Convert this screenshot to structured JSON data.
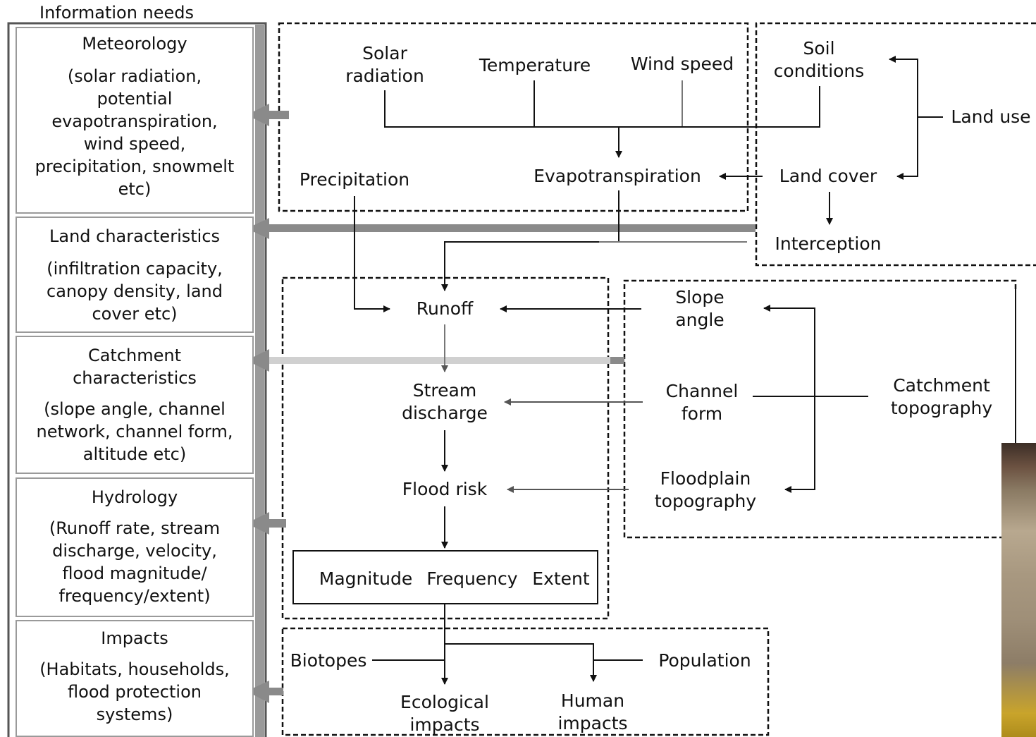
{
  "heading": "Information needs",
  "panels": [
    {
      "title": "Meteorology",
      "body": "(solar radiation,\npotential\nevapotranspiration,\nwind speed,\nprecipitation, snowmelt\netc)"
    },
    {
      "title": "Land characteristics",
      "body": "(infiltration capacity,\ncanopy density, land\ncover etc)"
    },
    {
      "title": "Catchment\ncharacteristics",
      "body": "(slope angle, channel\nnetwork, channel form,\naltitude etc)"
    },
    {
      "title": "Hydrology",
      "body": "(Runoff rate, stream\ndischarge, velocity,\nflood magnitude/\nfrequency/extent)"
    },
    {
      "title": "Impacts",
      "body": "(Habitats, households,\nflood protection\nsystems)"
    }
  ],
  "nodes": {
    "solar_radiation": "Solar\nradiation",
    "temperature": "Temperature",
    "wind_speed": "Wind speed",
    "soil_conditions": "Soil\nconditions",
    "land_use": "Land use",
    "precipitation": "Precipitation",
    "evapotranspiration": "Evapotranspiration",
    "land_cover": "Land cover",
    "interception": "Interception",
    "runoff": "Runoff",
    "slope_angle": "Slope\nangle",
    "stream_discharge": "Stream\ndischarge",
    "channel_form": "Channel\nform",
    "catchment_topography": "Catchment\ntopography",
    "flood_risk": "Flood risk",
    "floodplain_topography": "Floodplain\ntopography",
    "magnitude": "Magnitude",
    "frequency": "Frequency",
    "extent": "Extent",
    "biotopes": "Biotopes",
    "population": "Population",
    "ecological_impacts": "Ecological\nimpacts",
    "human_impacts": "Human\nimpacts"
  },
  "colors": {
    "line": "#111111",
    "panel_border": "#9a9a9a",
    "thick_arrow": "#8a8a8a",
    "light_arrow": "#d0d0d0"
  }
}
